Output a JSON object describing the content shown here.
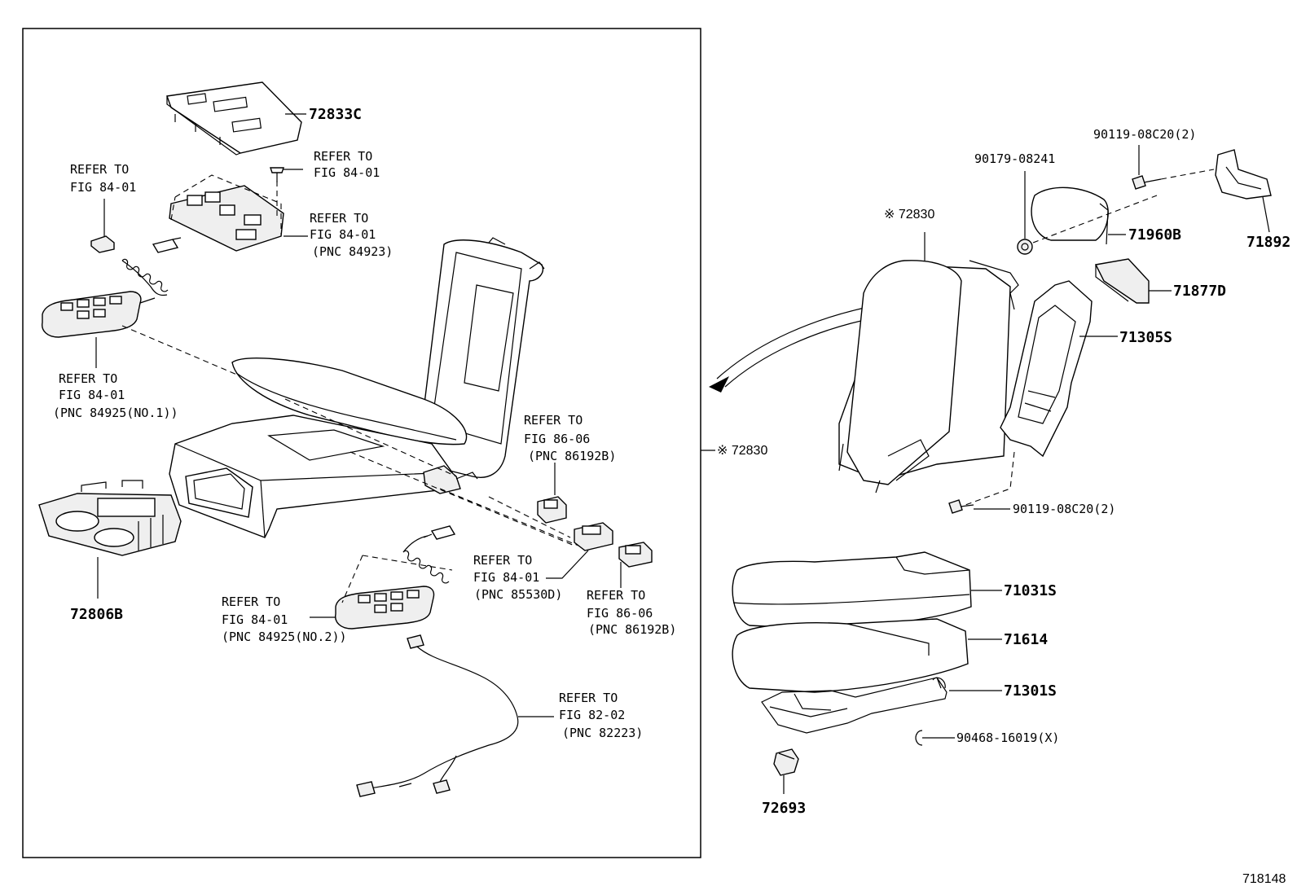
{
  "parts": {
    "p72833C": "72833C",
    "p72806B": "72806B",
    "p72830_box": "※ 72830",
    "p72830": "※ 72830",
    "p90179": "90179-08241",
    "p90119_top": "90119-08C20(2)",
    "p71960B": "71960B",
    "p71892": "71892",
    "p71877D": "71877D",
    "p71305S": "71305S",
    "p90119_mid": "90119-08C20(2)",
    "p71031S": "71031S",
    "p71614": "71614",
    "p71301S": "71301S",
    "p90468": "90468-16019(X)",
    "p72693": "72693"
  },
  "refs": [
    {
      "l1": "REFER TO",
      "l2": "FIG 84-01",
      "l3": ""
    },
    {
      "l1": "REFER TO",
      "l2": "FIG 84-01",
      "l3": ""
    },
    {
      "l1": "REFER TO",
      "l2": "FIG 84-01",
      "l3": "(PNC 84923)"
    },
    {
      "l1": "REFER TO",
      "l2": "FIG 84-01",
      "l3": "(PNC 84925(NO.1))"
    },
    {
      "l1": "REFER TO",
      "l2": "FIG 86-06",
      "l3": "(PNC 86192B)"
    },
    {
      "l1": "REFER TO",
      "l2": "FIG 84-01",
      "l3": "(PNC 85530D)"
    },
    {
      "l1": "REFER TO",
      "l2": "FIG 86-06",
      "l3": "(PNC 86192B)"
    },
    {
      "l1": "REFER TO",
      "l2": "FIG 84-01",
      "l3": "(PNC 84925(NO.2))"
    },
    {
      "l1": "REFER TO",
      "l2": "FIG 82-02",
      "l3": "(PNC 82223)"
    }
  ],
  "figure_number": "718148"
}
